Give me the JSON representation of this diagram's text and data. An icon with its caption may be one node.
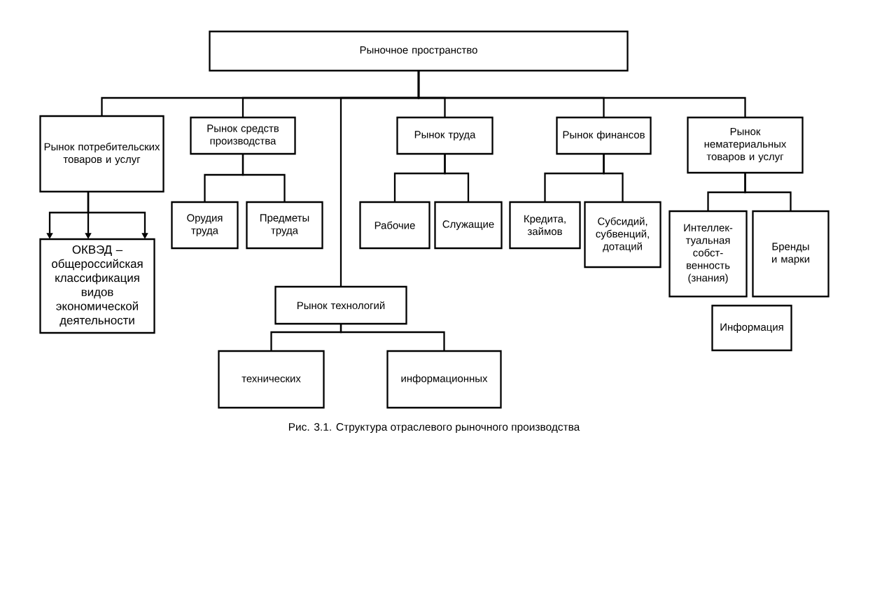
{
  "diagram": {
    "caption": "Рис. 3.1. Структура отраслевого рыночного производства",
    "nodes": [
      {
        "text": [
          "Рыночное пространство"
        ]
      },
      {
        "text": [
          "Рынок потребительских товаров и услуг"
        ]
      },
      {
        "text": [
          "Рынок средств производства"
        ]
      },
      {
        "text": [
          "Рынок труда"
        ]
      },
      {
        "text": [
          "Рынок финансов"
        ]
      },
      {
        "text": [
          "Рынок нематериальных товаров и услуг"
        ]
      },
      {
        "text": [
          "ОКВЭД – общероссийская классификация видов экономической деятельности"
        ]
      },
      {
        "text": [
          "Орудия труда"
        ]
      },
      {
        "text": [
          "Предметы труда"
        ]
      },
      {
        "text": [
          "Рабочие"
        ]
      },
      {
        "text": [
          "Служащие"
        ]
      },
      {
        "text": [
          "Кредита, займов"
        ]
      },
      {
        "text": [
          "Субсидий, субвенций, дотаций"
        ]
      },
      {
        "text": [
          "Интеллек-туальная собст-венность (знания)"
        ]
      },
      {
        "text": [
          "Бренды и марки"
        ]
      },
      {
        "text": [
          "Информация"
        ]
      },
      {
        "text": [
          "Рынок технологий"
        ]
      },
      {
        "text": [
          "технических"
        ]
      },
      {
        "text": [
          "информационных"
        ]
      }
    ],
    "edges": [
      {
        "from": 0,
        "to": 1,
        "arrow": "none"
      },
      {
        "from": 0,
        "to": 2,
        "arrow": "none"
      },
      {
        "from": 0,
        "to": 16,
        "arrow": "none"
      },
      {
        "from": 0,
        "to": 3,
        "arrow": "none"
      },
      {
        "from": 0,
        "to": 4,
        "arrow": "none"
      },
      {
        "from": 0,
        "to": 5,
        "arrow": "none"
      },
      {
        "from": 1,
        "to": 6,
        "arrow": "to"
      },
      {
        "from": 1,
        "to": 6,
        "arrow": "to"
      },
      {
        "from": 1,
        "to": 6,
        "arrow": "to"
      },
      {
        "from": 2,
        "to": 7,
        "arrow": "none"
      },
      {
        "from": 2,
        "to": 8,
        "arrow": "none"
      },
      {
        "from": 3,
        "to": 9,
        "arrow": "none"
      },
      {
        "from": 3,
        "to": 10,
        "arrow": "none"
      },
      {
        "from": 4,
        "to": 11,
        "arrow": "none"
      },
      {
        "from": 4,
        "to": 12,
        "arrow": "none"
      },
      {
        "from": 5,
        "to": 13,
        "arrow": "none"
      },
      {
        "from": 5,
        "to": 14,
        "arrow": "none"
      },
      {
        "from": 16,
        "to": 17,
        "arrow": "none"
      },
      {
        "from": 16,
        "to": 18,
        "arrow": "none"
      }
    ]
  }
}
